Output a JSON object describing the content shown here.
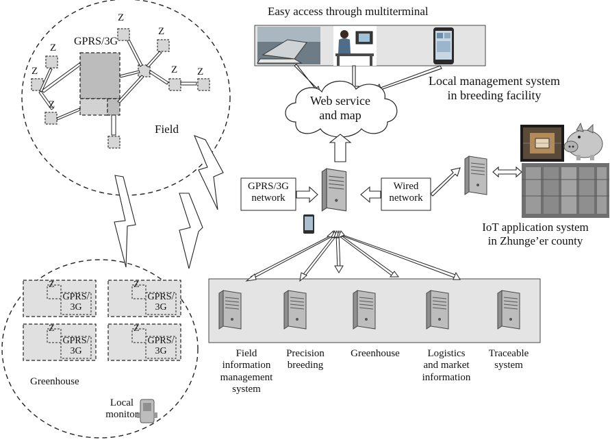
{
  "top_caption": "Easy access through multiterminal",
  "cloud": {
    "line1": "Web service",
    "line2": "and map"
  },
  "local_mgmt": {
    "line1": "Local management system",
    "line2": "in breeding facility"
  },
  "field": {
    "label": "Field",
    "gateway_label": "GPRS/3G",
    "z_label": "Z",
    "z_count": 7
  },
  "gprs_network": {
    "line1": "GPRS/3G",
    "line2": "network"
  },
  "wired_network": {
    "line1": "Wired",
    "line2": "network"
  },
  "iot": {
    "line1": "IoT application system",
    "line2": "in Zhunge’er county"
  },
  "greenhouse_circle": {
    "label": "Greenhouse",
    "z_label": "Z",
    "gw_line1": "GPRS/",
    "gw_line2": "3G",
    "local_monitor_line1": "Local",
    "local_monitor_line2": "monitor"
  },
  "systems": [
    {
      "lines": [
        "Field",
        "information",
        "management",
        "system"
      ]
    },
    {
      "lines": [
        "Precision",
        "breeding"
      ]
    },
    {
      "lines": [
        "Greenhouse"
      ]
    },
    {
      "lines": [
        "Logistics",
        "and market",
        "information"
      ]
    },
    {
      "lines": [
        "Traceable",
        "system"
      ]
    }
  ],
  "colors": {
    "line": "#222222",
    "panel_fill": "#e6e6e6",
    "node_fill": "#d2d2d2",
    "gateway_fill": "#bdbdbd",
    "server_fill": "#cfcfcf"
  }
}
